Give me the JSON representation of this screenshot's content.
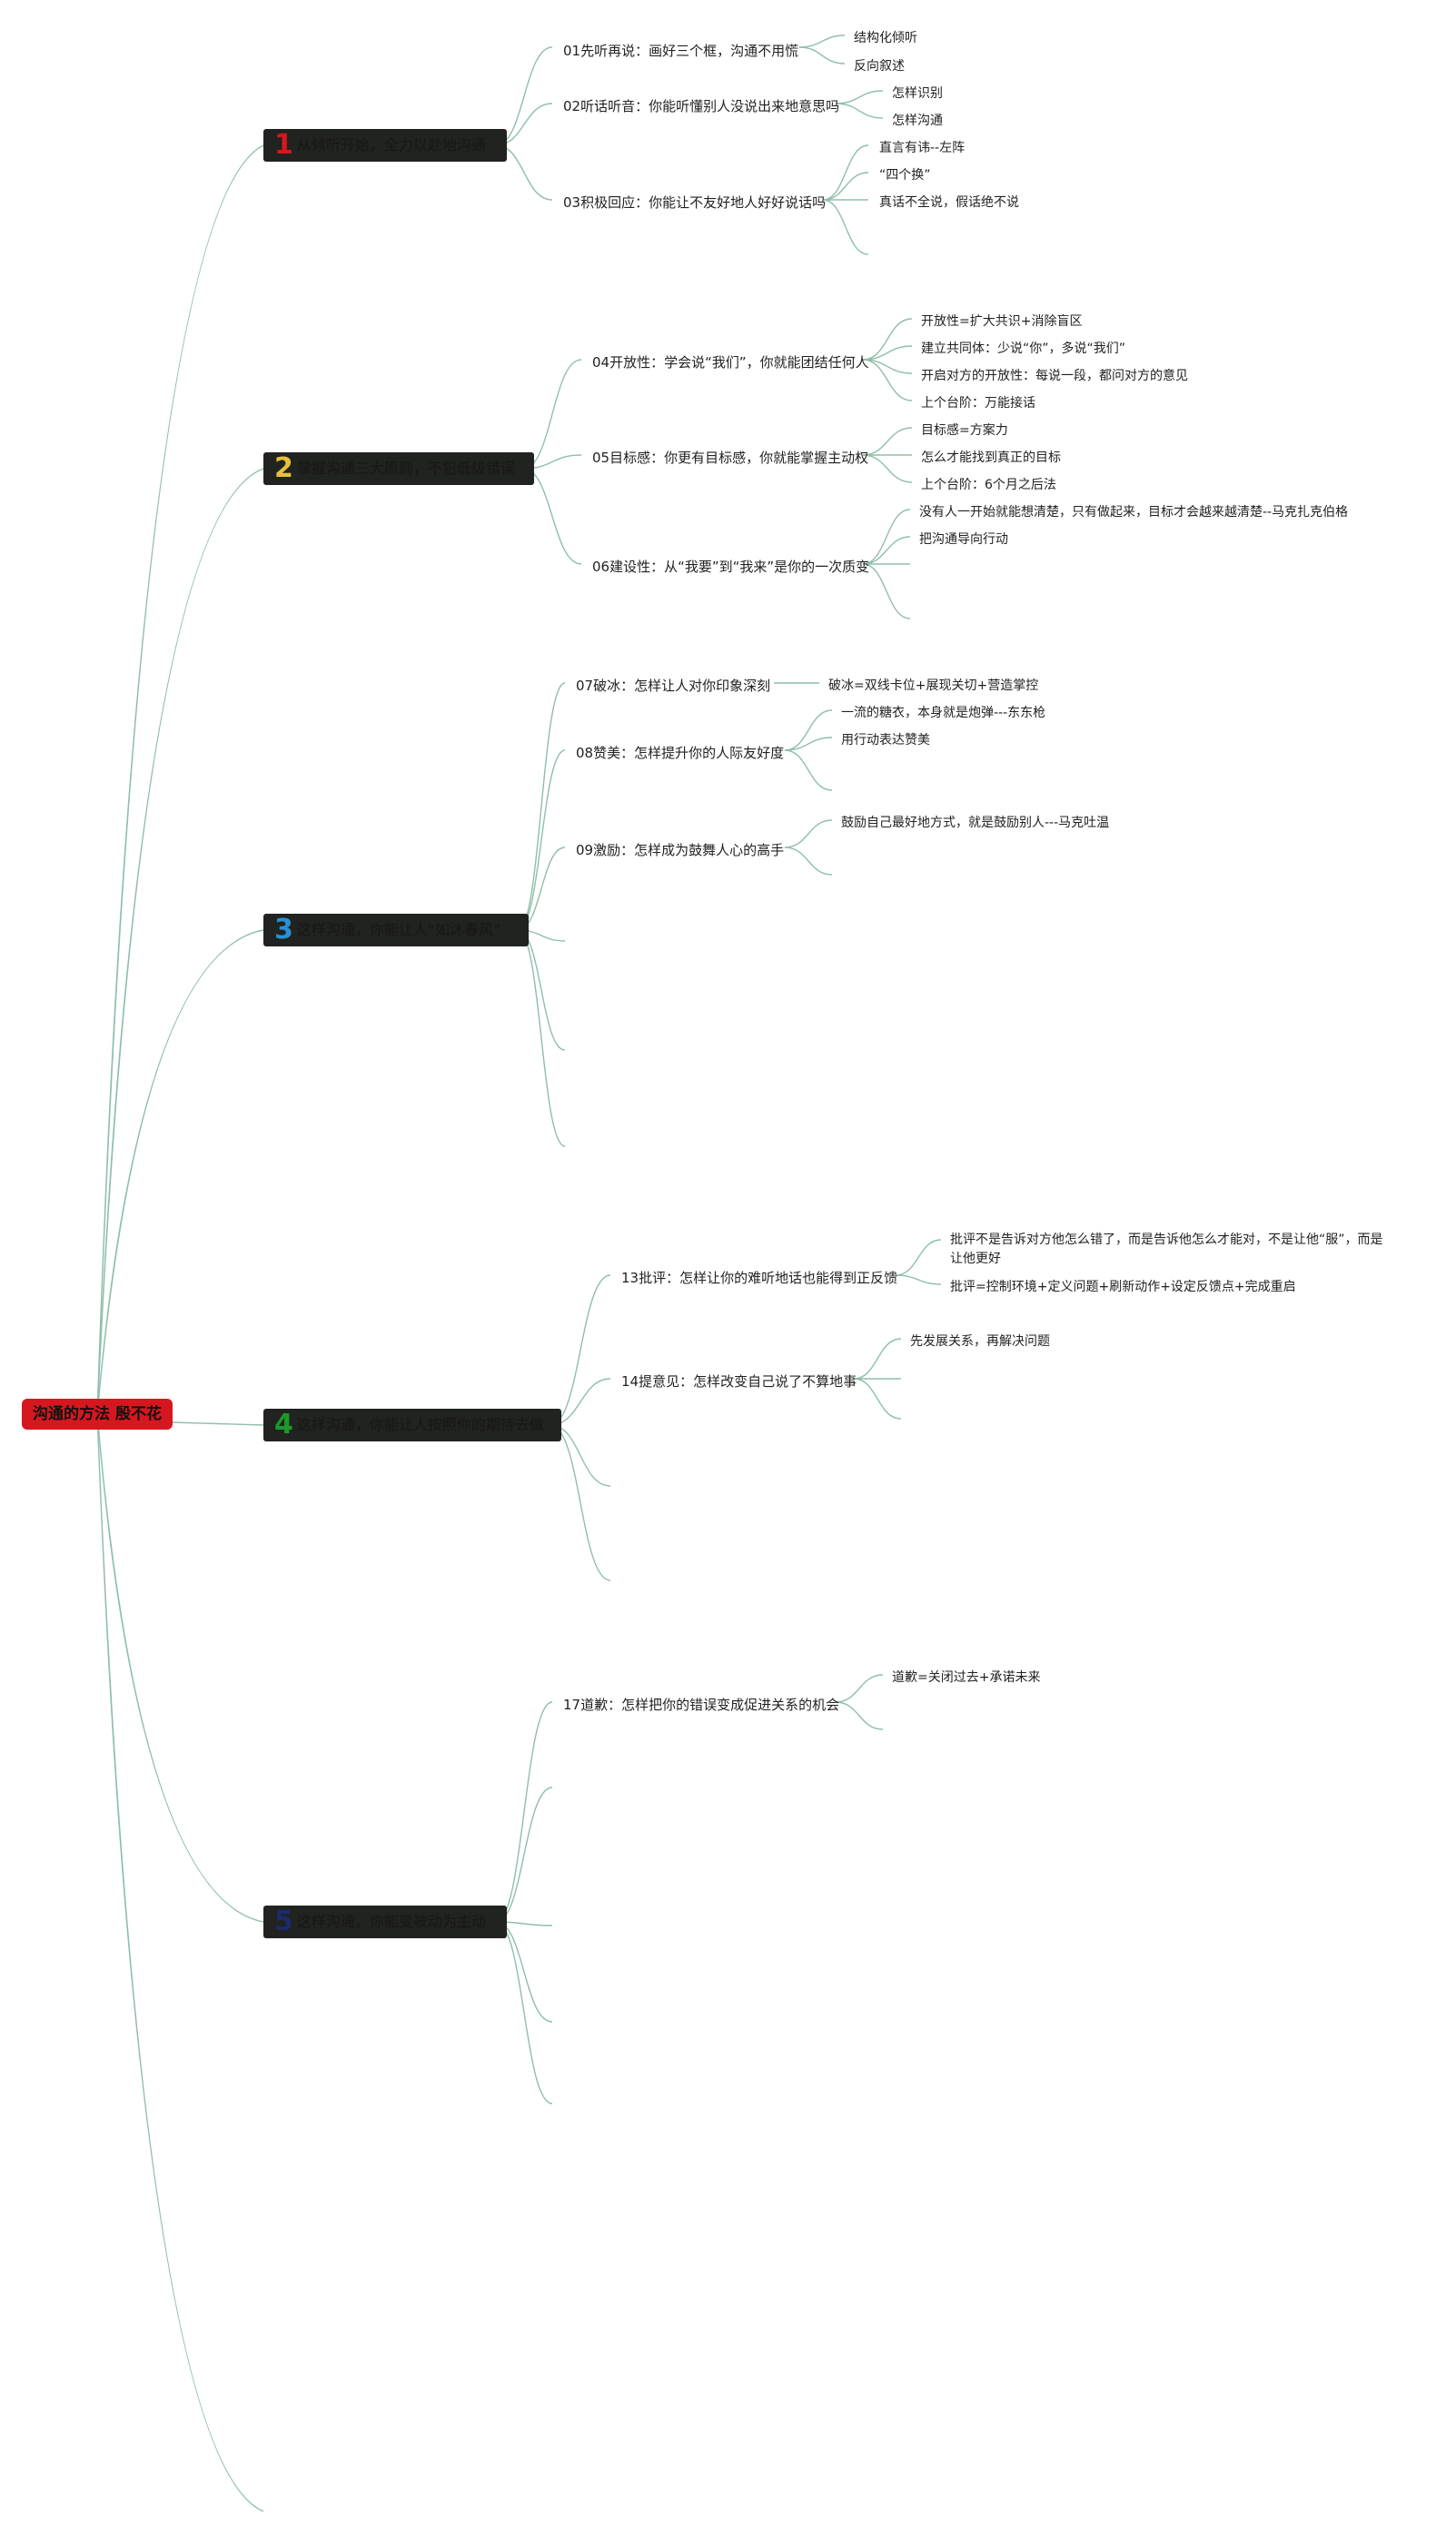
{
  "colors": {
    "root_bg": "#d6171f",
    "branch_bg": "#20231f",
    "line": "#8fbfa8",
    "num1": "#d6171f",
    "num2": "#e8c13a",
    "num3": "#2a8fd4",
    "num4": "#1b9a2a",
    "num5": "#1c2a6e"
  },
  "root": {
    "label": "沟通的方法 殷不花"
  },
  "branches": [
    {
      "num": "1",
      "label": "从倾听开始，全力以赴地沟通"
    },
    {
      "num": "2",
      "label": "掌握沟通三大原则，不犯低级错误"
    },
    {
      "num": "3",
      "label": "这样沟通，你能让人“如沐春风”"
    },
    {
      "num": "4",
      "label": "这样沟通，你能让人按照你的期待去做"
    },
    {
      "num": "5",
      "label": "这样沟通，你能变被动为主动"
    }
  ],
  "topics": {
    "t01": "01先听再说：画好三个框，沟通不用慌",
    "t02": "02听话听音：你能听懂别人没说出来地意思吗",
    "t03": "03积极回应：你能让不友好地人好好说话吗",
    "t04": "04开放性：学会说“我们”，你就能团结任何人",
    "t05": "05目标感：你更有目标感，你就能掌握主动权",
    "t06": "06建设性：从“我要”到“我来”是你的一次质变",
    "t07": "07破冰：怎样让人对你印象深刻",
    "t08": "08赞美：怎样提升你的人际友好度",
    "t09": "09激励：怎样成为鼓舞人心的高手",
    "t13": "13批评：怎样让你的难听地话也能得到正反馈",
    "t14": "14提意见：怎样改变自己说了不算地事",
    "t17": "17道歉：怎样把你的错误变成促进关系的机会"
  },
  "leaves": {
    "l01a": "结构化倾听",
    "l01b": "反向叙述",
    "l02a": "怎样识别",
    "l02b": "怎样沟通",
    "l03a": "直言有讳--左阵",
    "l03b": "“四个换”",
    "l03c": "真话不全说，假话绝不说",
    "l04a": "开放性=扩大共识+消除盲区",
    "l04b": "建立共同体：少说“你”，多说“我们”",
    "l04c": "开启对方的开放性：每说一段，都问对方的意见",
    "l04d": "上个台阶：万能接话",
    "l05a": "目标感=方案力",
    "l05b": "怎么才能找到真正的目标",
    "l05c": "上个台阶：6个月之后法",
    "l06a": "没有人一开始就能想清楚，只有做起来，目标才会越来越清楚--马克扎克伯格",
    "l06b": "把沟通导向行动",
    "l07a": "破冰=双线卡位+展现关切+营造掌控",
    "l08a": "一流的糖衣，本身就是炮弹---东东枪",
    "l08b": "用行动表达赞美",
    "l09a": "鼓励自己最好地方式，就是鼓励别人---马克吐温",
    "l13a": "批评不是告诉对方他怎么错了，而是告诉他怎么才能对，不是让他“服”，而是让他更好",
    "l13b": "批评=控制环境+定义问题+刷新动作+设定反馈点+完成重启",
    "l14a": "先发展关系，再解决问题",
    "l17a": "道歉=关闭过去+承诺未来"
  }
}
